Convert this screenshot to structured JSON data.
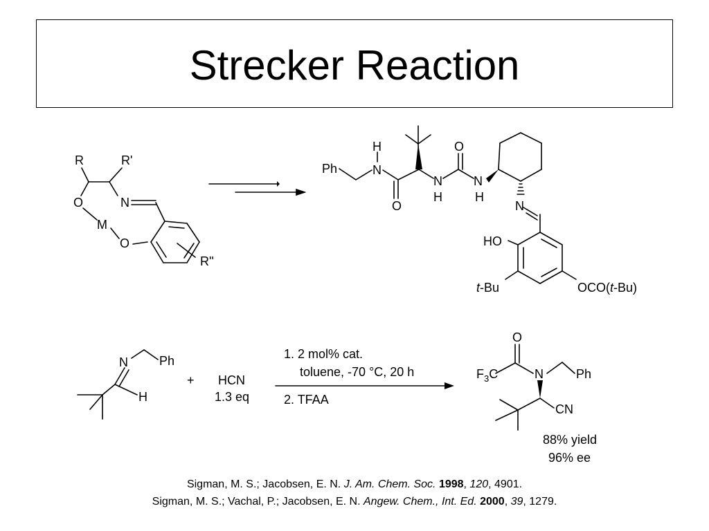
{
  "title": "Strecker Reaction",
  "labels": {
    "r": "R",
    "r_prime": "R'",
    "o": "O",
    "n": "N",
    "m": "M",
    "r_double_prime": "R''",
    "ph": "Ph",
    "h": "H",
    "ho": "HO",
    "t_italic": "t",
    "bu": "-Bu",
    "oco": "OCO(",
    "close_paren": ")",
    "f": "F",
    "sub3": "3",
    "c": "C",
    "cn": "CN",
    "plus": "+",
    "hcn": "HCN",
    "hcn_eq": "1.3 eq"
  },
  "conditions": {
    "line1": "1. 2 mol% cat.",
    "line2": "toluene, -70 °C, 20 h",
    "line3": "2. TFAA"
  },
  "results": {
    "yield": "88% yield",
    "ee": "96% ee"
  },
  "references": [
    {
      "authors": "Sigman, M. S.; Jacobsen, E. N. ",
      "journal": "J. Am. Chem. Soc.",
      "year": "1998",
      "volume": "120",
      "pages": ", 4901."
    },
    {
      "authors": "Sigman, M. S.; Vachal, P.; Jacobsen, E. N. ",
      "journal": "Angew. Chem., Int. Ed.",
      "year": "2000",
      "volume": "39",
      "pages": ", 1279."
    }
  ]
}
